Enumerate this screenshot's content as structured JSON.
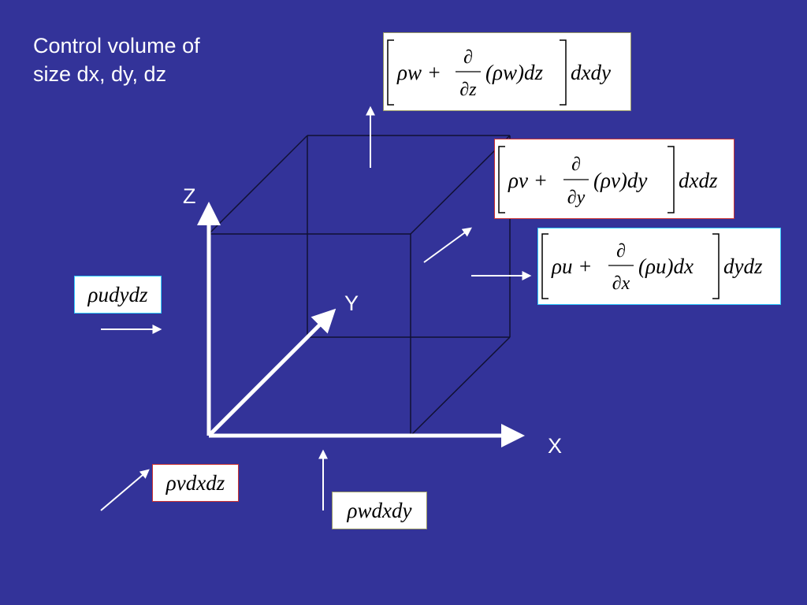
{
  "title": {
    "line1": "Control volume of",
    "line2": "size dx, dy, dz"
  },
  "axes": {
    "x_label": "X",
    "y_label": "Y",
    "z_label": "Z"
  },
  "inflow_terms": {
    "x": "ρudydz",
    "y": "ρvdxdz",
    "z": "ρwdxdy"
  },
  "outflow_terms": {
    "x": {
      "rho_var": "ρu +",
      "d_top": "∂",
      "d_bottom": "∂x",
      "product": "(ρu)dx",
      "area": "dydz"
    },
    "y": {
      "rho_var": "ρv +",
      "d_top": "∂",
      "d_bottom": "∂y",
      "product": "(ρv)dy",
      "area": "dxdz"
    },
    "z": {
      "rho_var": "ρw +",
      "d_top": "∂",
      "d_bottom": "∂z",
      "product": "(ρw)dz",
      "area": "dxdy"
    }
  },
  "colors": {
    "background": "#333399",
    "white": "#ffffff",
    "cube_edge": "#111133",
    "border_x": "#33ccff",
    "border_y": "#cc3333",
    "border_z": "#999966"
  }
}
